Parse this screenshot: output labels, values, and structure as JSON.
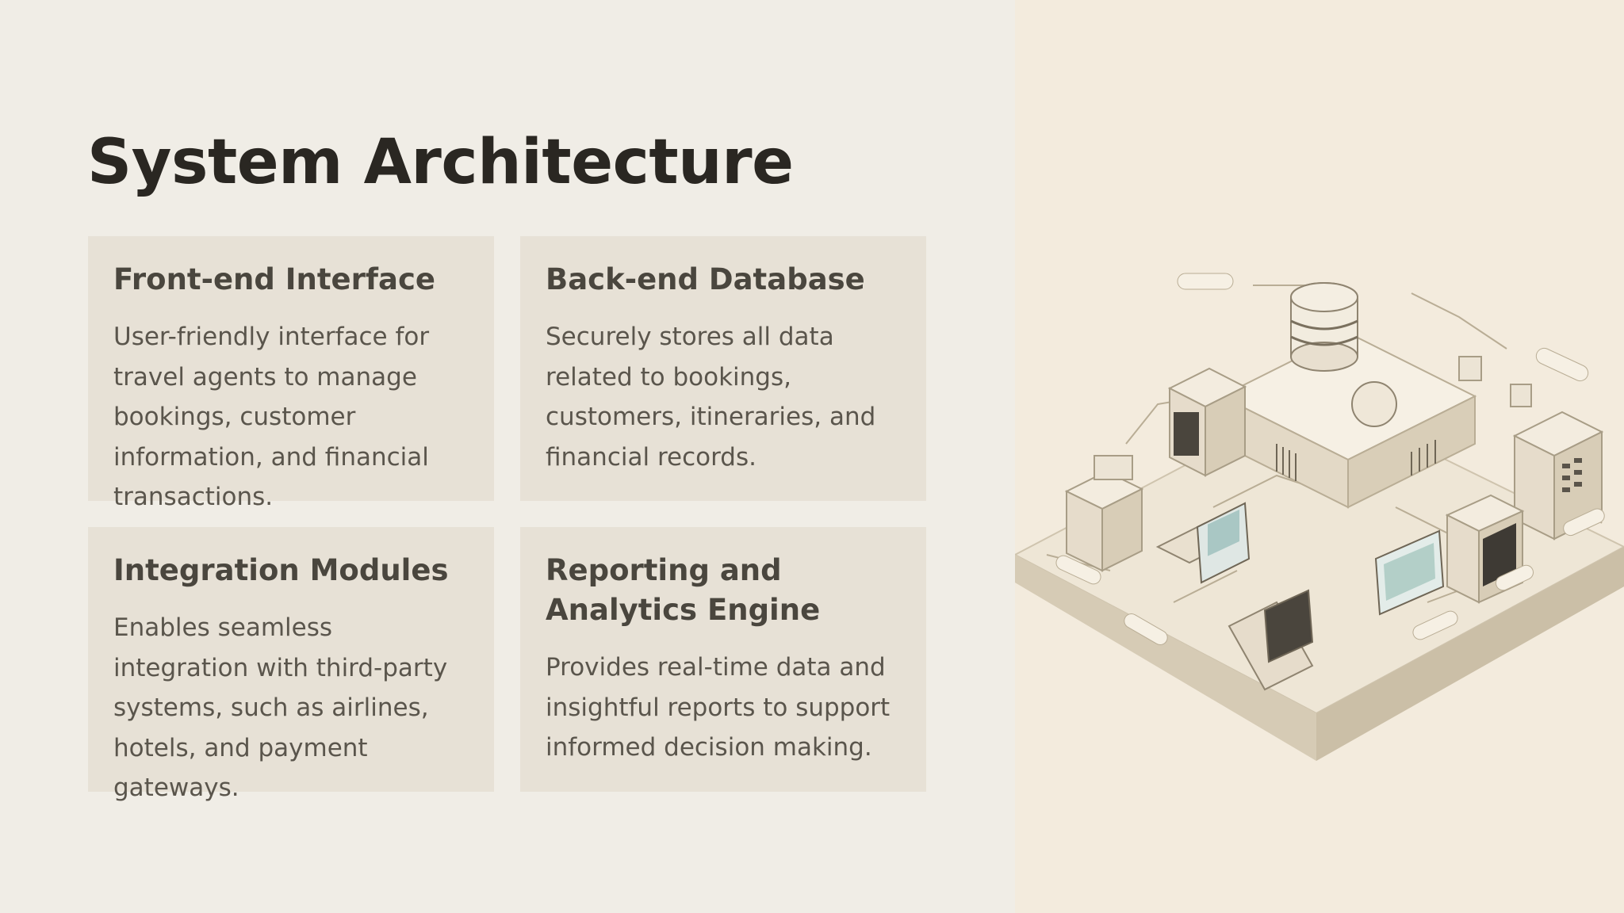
{
  "title": "System Architecture",
  "cards": [
    {
      "heading": "Front-end Interface",
      "body": "User-friendly interface for travel agents to manage bookings, customer information, and financial transactions."
    },
    {
      "heading": "Back-end Database",
      "body": "Securely stores all data related to bookings, customers, itineraries, and financial records."
    },
    {
      "heading": "Integration Modules",
      "body": "Enables seamless integration with third-party systems, such as airlines, hotels, and payment gateways."
    },
    {
      "heading": "Reporting and Analytics Engine",
      "body": "Provides real-time data and insightful reports to support informed decision making."
    }
  ],
  "illustration": {
    "icon": "isometric-server-architecture-illustration"
  },
  "colors": {
    "background": "#f0ede6",
    "card": "#e7e1d6",
    "title": "#2a2722",
    "heading": "#4a463e",
    "body": "#5a554c",
    "illustration_bg": "#f3ebdd"
  }
}
